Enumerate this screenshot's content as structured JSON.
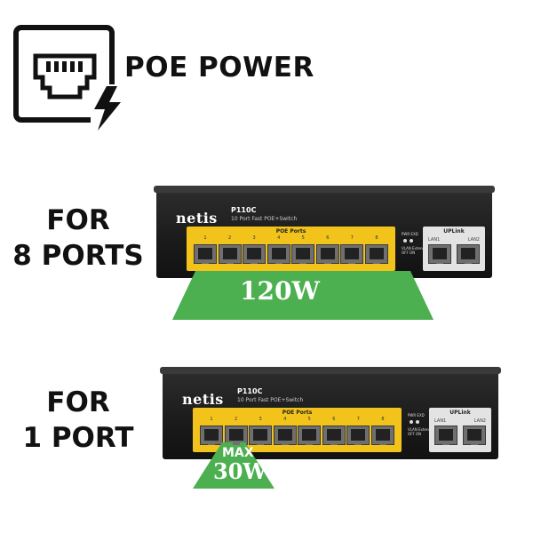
{
  "header": {
    "icon": "ethernet-port-lightning-icon",
    "title": "POE POWER"
  },
  "captions": {
    "top": [
      "FOR",
      "8 PORTS"
    ],
    "bottom": [
      "FOR",
      "1 PORT"
    ]
  },
  "switch": {
    "brand": "netis",
    "model": "P110C",
    "description": "10 Port Fast POE+Switch",
    "poe_label": "POE Ports",
    "port_numbers": [
      "1",
      "2",
      "3",
      "4",
      "5",
      "6",
      "7",
      "8"
    ],
    "pwr_label": "PWR EXD",
    "vlan_label": "VLAN Extend",
    "vlan_switch": "OFF   ON",
    "uplink_label": "UPLink",
    "lan1": "LAN1",
    "lan2": "LAN2"
  },
  "power": {
    "eight_ports": "120W",
    "one_port_max": "MAX",
    "one_port": "30W"
  },
  "colors": {
    "beam_green": "#4caf50",
    "poe_panel_yellow": "#f2c31b",
    "chassis": "#1c1c1c"
  }
}
